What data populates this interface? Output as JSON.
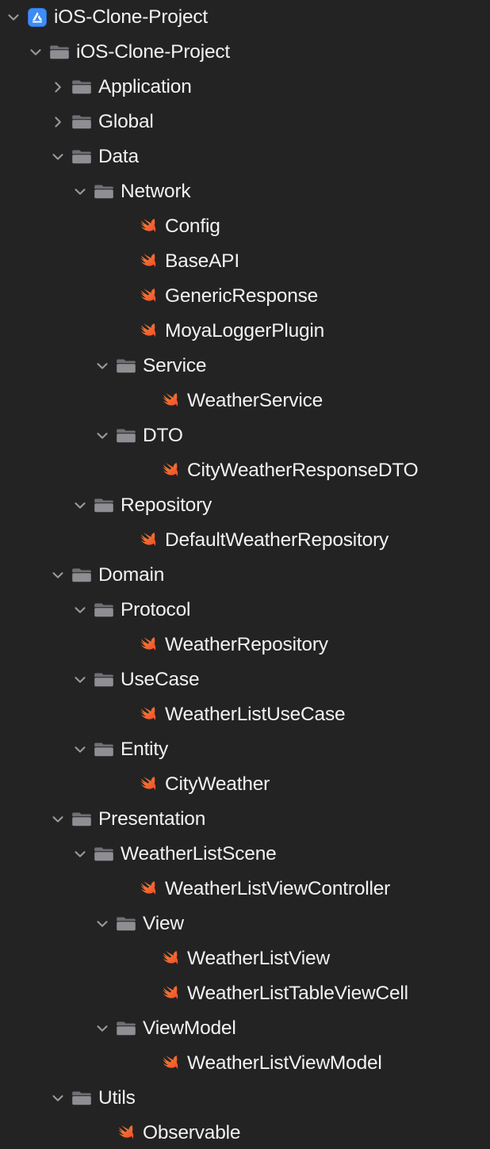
{
  "app": {
    "name": "Xcode Project Navigator",
    "background_color": "#232323",
    "text_color": "#f2f2f2",
    "folder_color": "#8a8a8f",
    "swift_color": "#f05138",
    "app_icon_color": "#3f8cf4",
    "chevron_color": "#9a9a9a"
  },
  "tree": [
    {
      "label": "iOS-Clone-Project",
      "depth": 0,
      "icon": "xcode-app-icon",
      "state": "expanded"
    },
    {
      "label": "iOS-Clone-Project",
      "depth": 1,
      "icon": "folder-icon",
      "state": "expanded"
    },
    {
      "label": "Application",
      "depth": 2,
      "icon": "folder-icon",
      "state": "collapsed"
    },
    {
      "label": "Global",
      "depth": 2,
      "icon": "folder-icon",
      "state": "collapsed"
    },
    {
      "label": "Data",
      "depth": 2,
      "icon": "folder-icon",
      "state": "expanded"
    },
    {
      "label": "Network",
      "depth": 3,
      "icon": "folder-icon",
      "state": "expanded"
    },
    {
      "label": "Config",
      "depth": 4,
      "icon": "swift-file-icon",
      "state": "leaf"
    },
    {
      "label": "BaseAPI",
      "depth": 4,
      "icon": "swift-file-icon",
      "state": "leaf"
    },
    {
      "label": "GenericResponse",
      "depth": 4,
      "icon": "swift-file-icon",
      "state": "leaf"
    },
    {
      "label": "MoyaLoggerPlugin",
      "depth": 4,
      "icon": "swift-file-icon",
      "state": "leaf"
    },
    {
      "label": "Service",
      "depth": 4,
      "icon": "folder-icon",
      "state": "expanded"
    },
    {
      "label": "WeatherService",
      "depth": 5,
      "icon": "swift-file-icon",
      "state": "leaf"
    },
    {
      "label": "DTO",
      "depth": 4,
      "icon": "folder-icon",
      "state": "expanded"
    },
    {
      "label": "CityWeatherResponseDTO",
      "depth": 5,
      "icon": "swift-file-icon",
      "state": "leaf"
    },
    {
      "label": "Repository",
      "depth": 3,
      "icon": "folder-icon",
      "state": "expanded"
    },
    {
      "label": "DefaultWeatherRepository",
      "depth": 4,
      "icon": "swift-file-icon",
      "state": "leaf"
    },
    {
      "label": "Domain",
      "depth": 2,
      "icon": "folder-icon",
      "state": "expanded"
    },
    {
      "label": "Protocol",
      "depth": 3,
      "icon": "folder-icon",
      "state": "expanded"
    },
    {
      "label": "WeatherRepository",
      "depth": 4,
      "icon": "swift-file-icon",
      "state": "leaf"
    },
    {
      "label": "UseCase",
      "depth": 3,
      "icon": "folder-icon",
      "state": "expanded"
    },
    {
      "label": "WeatherListUseCase",
      "depth": 4,
      "icon": "swift-file-icon",
      "state": "leaf"
    },
    {
      "label": "Entity",
      "depth": 3,
      "icon": "folder-icon",
      "state": "expanded"
    },
    {
      "label": "CityWeather",
      "depth": 4,
      "icon": "swift-file-icon",
      "state": "leaf"
    },
    {
      "label": "Presentation",
      "depth": 2,
      "icon": "folder-icon",
      "state": "expanded"
    },
    {
      "label": "WeatherListScene",
      "depth": 3,
      "icon": "folder-icon",
      "state": "expanded"
    },
    {
      "label": "WeatherListViewController",
      "depth": 4,
      "icon": "swift-file-icon",
      "state": "leaf"
    },
    {
      "label": "View",
      "depth": 4,
      "icon": "folder-icon",
      "state": "expanded"
    },
    {
      "label": "WeatherListView",
      "depth": 5,
      "icon": "swift-file-icon",
      "state": "leaf"
    },
    {
      "label": "WeatherListTableViewCell",
      "depth": 5,
      "icon": "swift-file-icon",
      "state": "leaf"
    },
    {
      "label": "ViewModel",
      "depth": 4,
      "icon": "folder-icon",
      "state": "expanded"
    },
    {
      "label": "WeatherListViewModel",
      "depth": 5,
      "icon": "swift-file-icon",
      "state": "leaf"
    },
    {
      "label": "Utils",
      "depth": 2,
      "icon": "folder-icon",
      "state": "expanded"
    },
    {
      "label": "Observable",
      "depth": 3,
      "icon": "swift-file-icon",
      "state": "leaf"
    }
  ]
}
